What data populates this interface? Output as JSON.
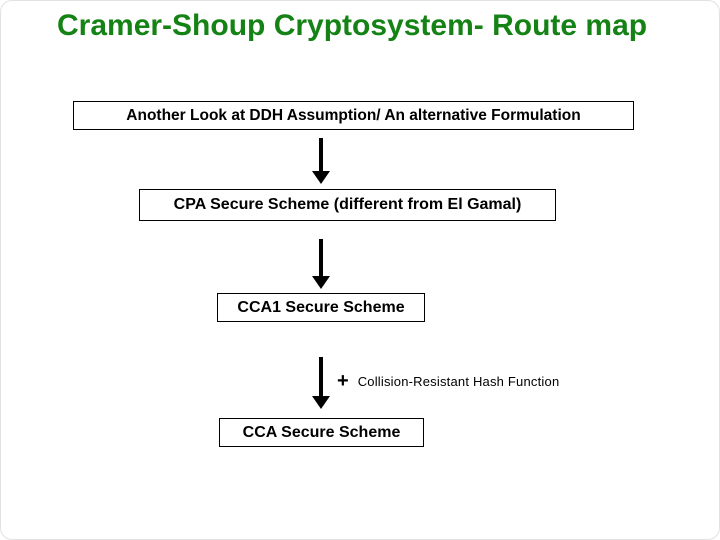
{
  "slide": {
    "title": "Cramer-Shoup Cryptosystem- Route map",
    "colors": {
      "title_green": "#148214",
      "box_border": "#000000",
      "box_text": "#000000",
      "arrow": "#000000",
      "background": "#ffffff"
    }
  },
  "flow": {
    "nodes": [
      {
        "label": "Another Look at DDH Assumption/ An alternative Formulation"
      },
      {
        "label": "CPA Secure Scheme (different from El Gamal)"
      },
      {
        "label": "CCA1 Secure Scheme"
      },
      {
        "label": "CCA Secure Scheme"
      }
    ],
    "arrow_annotation": {
      "plus": "+",
      "label": "Collision-Resistant Hash Function"
    }
  }
}
